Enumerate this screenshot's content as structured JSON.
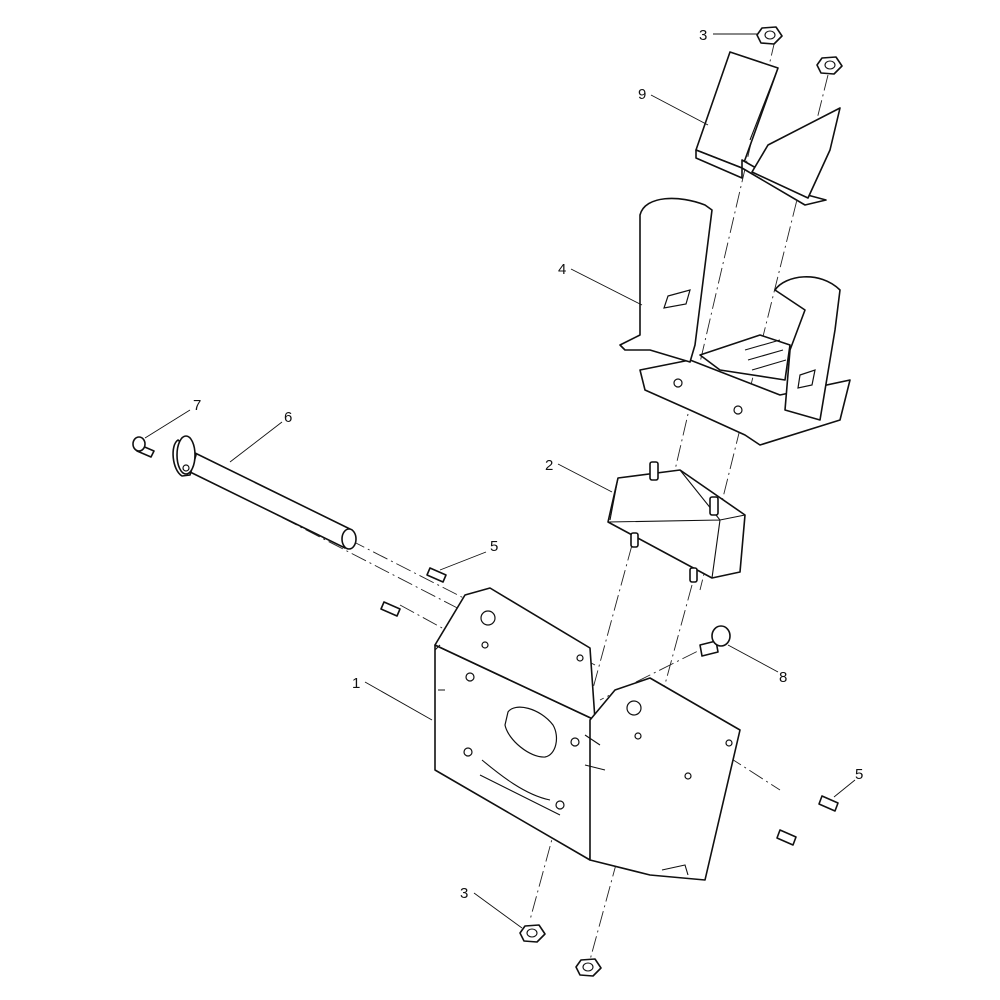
{
  "callouts": [
    {
      "id": "c1",
      "label": "1"
    },
    {
      "id": "c2",
      "label": "2"
    },
    {
      "id": "c3a",
      "label": "3"
    },
    {
      "id": "c3b",
      "label": "3"
    },
    {
      "id": "c4",
      "label": "4"
    },
    {
      "id": "c5a",
      "label": "5"
    },
    {
      "id": "c5b",
      "label": "5"
    },
    {
      "id": "c6",
      "label": "6"
    },
    {
      "id": "c7",
      "label": "7"
    },
    {
      "id": "c8",
      "label": "8"
    },
    {
      "id": "c9",
      "label": "9"
    }
  ]
}
